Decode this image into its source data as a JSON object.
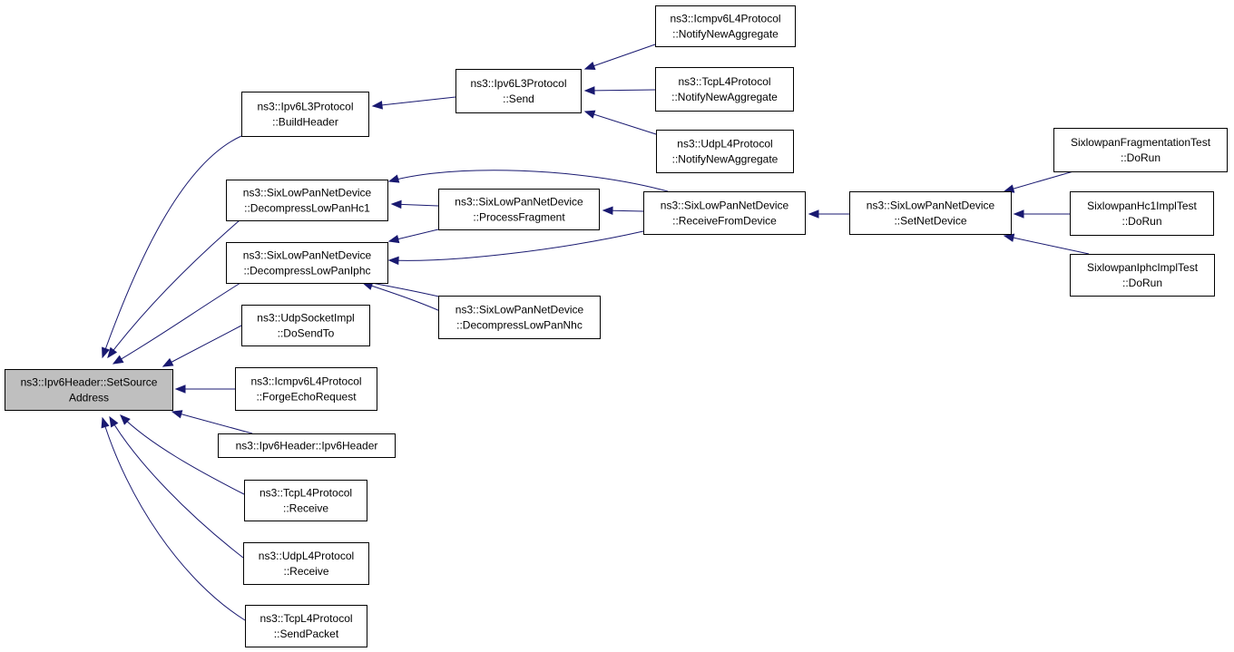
{
  "colors": {
    "edge": "#191970",
    "root_fill": "#bfbfbf",
    "node_fill": "#ffffff",
    "border": "#000000"
  },
  "nodes": {
    "setsource": {
      "lines": [
        "ns3::Ipv6Header::SetSource",
        "Address"
      ]
    },
    "buildheader": {
      "lines": [
        "ns3::Ipv6L3Protocol",
        "::BuildHeader"
      ]
    },
    "send": {
      "lines": [
        "ns3::Ipv6L3Protocol",
        "::Send"
      ]
    },
    "icmpnotify": {
      "lines": [
        "ns3::Icmpv6L4Protocol",
        "::NotifyNewAggregate"
      ]
    },
    "tcpnotify": {
      "lines": [
        "ns3::TcpL4Protocol",
        "::NotifyNewAggregate"
      ]
    },
    "udpnotify": {
      "lines": [
        "ns3::UdpL4Protocol",
        "::NotifyNewAggregate"
      ]
    },
    "decomphc1": {
      "lines": [
        "ns3::SixLowPanNetDevice",
        "::DecompressLowPanHc1"
      ]
    },
    "procfrag": {
      "lines": [
        "ns3::SixLowPanNetDevice",
        "::ProcessFragment"
      ]
    },
    "recvfromdev": {
      "lines": [
        "ns3::SixLowPanNetDevice",
        "::ReceiveFromDevice"
      ]
    },
    "setnetdev": {
      "lines": [
        "ns3::SixLowPanNetDevice",
        "::SetNetDevice"
      ]
    },
    "fragtest": {
      "lines": [
        "SixlowpanFragmentationTest",
        "::DoRun"
      ]
    },
    "hc1test": {
      "lines": [
        "SixlowpanHc1ImplTest",
        "::DoRun"
      ]
    },
    "iphctest": {
      "lines": [
        "SixlowpanIphcImplTest",
        "::DoRun"
      ]
    },
    "decompiphc": {
      "lines": [
        "ns3::SixLowPanNetDevice",
        "::DecompressLowPanIphc"
      ]
    },
    "decompnhc": {
      "lines": [
        "ns3::SixLowPanNetDevice",
        "::DecompressLowPanNhc"
      ]
    },
    "udpsocket": {
      "lines": [
        "ns3::UdpSocketImpl",
        "::DoSendTo"
      ]
    },
    "forgeecho": {
      "lines": [
        "ns3::Icmpv6L4Protocol",
        "::ForgeEchoRequest"
      ]
    },
    "ipv6header": {
      "lines": [
        "ns3::Ipv6Header::Ipv6Header"
      ]
    },
    "tcprecv": {
      "lines": [
        "ns3::TcpL4Protocol",
        "::Receive"
      ]
    },
    "udprecv": {
      "lines": [
        "ns3::UdpL4Protocol",
        "::Receive"
      ]
    },
    "tcpsendpkt": {
      "lines": [
        "ns3::TcpL4Protocol",
        "::SendPacket"
      ]
    }
  }
}
